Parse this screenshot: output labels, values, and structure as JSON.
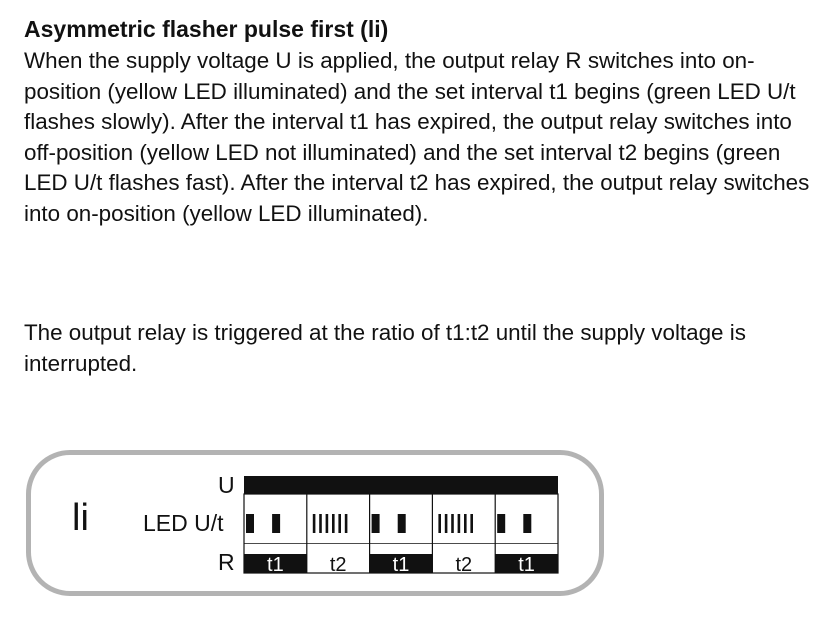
{
  "heading": "Asymmetric flasher pulse first (li)",
  "paragraph1": "When the supply voltage U is applied, the output relay R switches into on-position (yellow LED illuminated) and the set interval t1 begins (green LED U/t flashes slowly). After the interval t1 has expired, the output relay switches into off-position (yellow LED not illuminated) and the set interval t2 begins (green LED U/t flashes fast). After the interval t2 has expired, the output relay switches into on-position (yellow LED illuminated).",
  "paragraph2": "The output relay is triggered at the ratio of t1:t2 until the supply voltage is interrupted.",
  "diagram": {
    "mode_label": "li",
    "rows": {
      "u": "U",
      "led": "LED U/t",
      "r": "R"
    },
    "segments": [
      {
        "label": "t1",
        "relay_on": true,
        "flash": "slow"
      },
      {
        "label": "t2",
        "relay_on": false,
        "flash": "fast"
      },
      {
        "label": "t1",
        "relay_on": true,
        "flash": "slow"
      },
      {
        "label": "t2",
        "relay_on": false,
        "flash": "fast"
      },
      {
        "label": "t1",
        "relay_on": true,
        "flash": "slow"
      }
    ],
    "colors": {
      "ink": "#111111",
      "frame": "#b3b3b3"
    }
  }
}
